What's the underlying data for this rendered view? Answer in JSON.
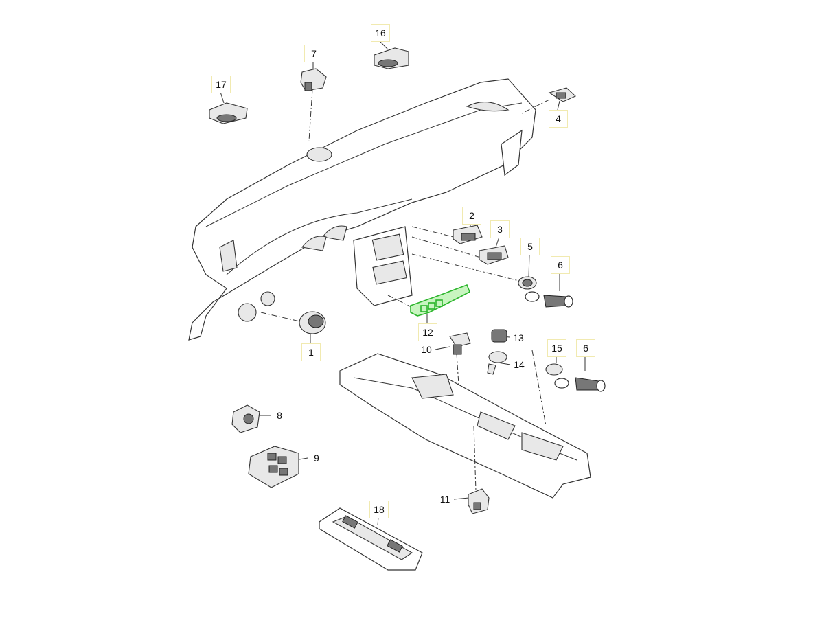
{
  "diagram": {
    "callouts": [
      "1",
      "2",
      "3",
      "4",
      "5",
      "6",
      "7",
      "8",
      "9",
      "10",
      "11",
      "12",
      "13",
      "14",
      "15",
      "6",
      "16",
      "17",
      "18"
    ],
    "highlight_color": "#2bb52b",
    "selected_part": "12"
  }
}
